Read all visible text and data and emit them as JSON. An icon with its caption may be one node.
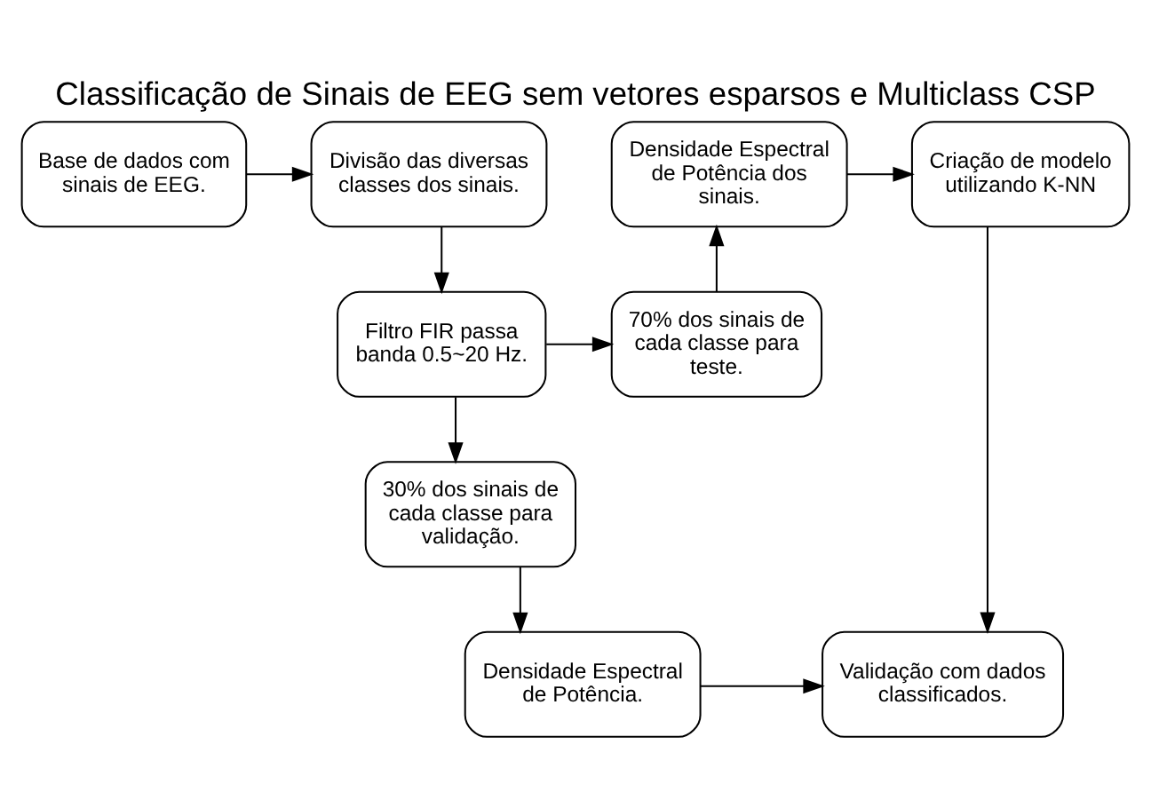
{
  "diagram": {
    "title": "Classificação de Sinais de EEG sem vetores esparsos e Multiclass CSP",
    "nodes": [
      {
        "text": [
          "Base de dados com sinais de EEG."
        ]
      },
      {
        "text": [
          "Divisão das diversas classes dos sinais."
        ]
      },
      {
        "text": [
          "Densidade Espectral de Potência dos sinais."
        ]
      },
      {
        "text": [
          "Criação de modelo utilizando K-NN"
        ]
      },
      {
        "text": [
          "Filtro FIR passa banda 0.5~20 Hz."
        ]
      },
      {
        "text": [
          "70% dos sinais de cada classe para teste."
        ]
      },
      {
        "text": [
          "30% dos sinais de cada classe para validação."
        ]
      },
      {
        "text": [
          "Densidade Espectral de Potência."
        ]
      },
      {
        "text": [
          "Validação com dados classificados."
        ]
      }
    ],
    "edges": [
      {
        "from": 0,
        "to": 1,
        "arrow": "to"
      },
      {
        "from": 1,
        "to": 4,
        "arrow": "to"
      },
      {
        "from": 4,
        "to": 5,
        "arrow": "to"
      },
      {
        "from": 5,
        "to": 2,
        "arrow": "to"
      },
      {
        "from": 2,
        "to": 3,
        "arrow": "to"
      },
      {
        "from": 3,
        "to": 8,
        "arrow": "to"
      },
      {
        "from": 4,
        "to": 6,
        "arrow": "to"
      },
      {
        "from": 6,
        "to": 7,
        "arrow": "to"
      },
      {
        "from": 7,
        "to": 8,
        "arrow": "to"
      }
    ]
  }
}
